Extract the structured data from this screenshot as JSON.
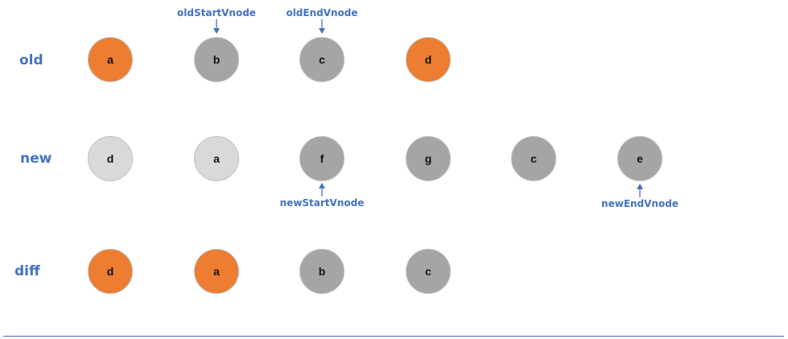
{
  "colors": {
    "label": "#4472c4",
    "arrow": "#4472c4",
    "orange": "#ed7d31",
    "gray": "#a5a5a5",
    "light": "#d9d9d9",
    "border": "#bfbfbf"
  },
  "rows": {
    "old": {
      "label": "old",
      "nodes": [
        {
          "text": "a",
          "fill": "orange"
        },
        {
          "text": "b",
          "fill": "gray"
        },
        {
          "text": "c",
          "fill": "gray"
        },
        {
          "text": "d",
          "fill": "orange"
        }
      ]
    },
    "new": {
      "label": "new",
      "nodes": [
        {
          "text": "d",
          "fill": "light"
        },
        {
          "text": "a",
          "fill": "light"
        },
        {
          "text": "f",
          "fill": "gray"
        },
        {
          "text": "g",
          "fill": "gray"
        },
        {
          "text": "c",
          "fill": "gray"
        },
        {
          "text": "e",
          "fill": "gray"
        }
      ]
    },
    "diff": {
      "label": "diff",
      "nodes": [
        {
          "text": "d",
          "fill": "orange"
        },
        {
          "text": "a",
          "fill": "orange"
        },
        {
          "text": "b",
          "fill": "gray"
        },
        {
          "text": "c",
          "fill": "gray"
        }
      ]
    }
  },
  "pointers": {
    "old_start": "oldStartVnode",
    "old_end": "oldEndVnode",
    "new_start": "newStartVnode",
    "new_end": "newEndVnode"
  }
}
